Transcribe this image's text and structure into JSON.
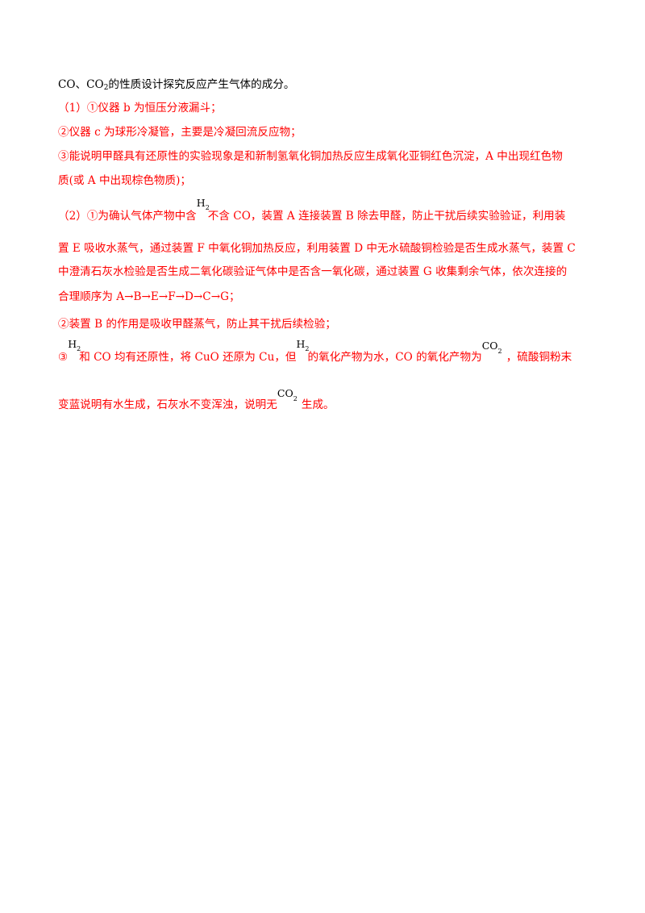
{
  "lines": [
    {
      "color": "blk",
      "segments": [
        {
          "t": "CO、CO"
        },
        {
          "sub": "2"
        },
        {
          "t": "的性质设计探究反应产生气体的成分。"
        }
      ]
    },
    {
      "color": "red",
      "segments": [
        {
          "t": "（1）①仪器 b 为恒压分液漏斗；"
        }
      ]
    },
    {
      "color": "red",
      "segments": [
        {
          "t": "②仪器 c 为球形冷凝管，主要是冷凝回流反应物；"
        }
      ]
    },
    {
      "color": "red",
      "segments": [
        {
          "t": "③能说明甲醛具有还原性的实验现象是和新制氢氧化铜加热反应生成氧化亚铜红色沉淀，A 中出现红色物"
        }
      ]
    },
    {
      "color": "red",
      "segments": [
        {
          "t": "质(或 A 中出现棕色物质)；"
        }
      ]
    },
    {
      "color": "red",
      "segments": [
        {
          "t": "（2）①为确认气体产物中含"
        },
        {
          "f": "H2"
        },
        {
          "t": "不含 CO，装置 A 连接装置 B 除去甲醛，防止干扰后续实验验证，利用装"
        }
      ]
    },
    {
      "color": "red",
      "segments": [
        {
          "t": "置 E 吸收水蒸气，通过装置 F 中氧化铜加热反应，利用装置 D 中无水硫酸铜检验是否生成水蒸气，装置 C"
        }
      ]
    },
    {
      "color": "red",
      "segments": [
        {
          "t": "中澄清石灰水检验是否生成二氧化碳验证气体中是否含一氧化碳，通过装置 G 收集剩余气体，依次连接的"
        }
      ]
    },
    {
      "color": "red",
      "segments": [
        {
          "t": "合理顺序为 A→B→E→F→D→C→G；"
        }
      ]
    },
    {
      "color": "red",
      "segments": [
        {
          "t": "②装置 B 的作用是吸收甲醛蒸气，防止其干扰后续检验；"
        }
      ]
    },
    {
      "color": "red",
      "segments": [
        {
          "t": "③"
        },
        {
          "f": "H2"
        },
        {
          "t": "和 CO 均有还原性，将 CuO 还原为 Cu，但"
        },
        {
          "f": "H2"
        },
        {
          "t": "的氧化产物为水，CO 的氧化产物为"
        },
        {
          "f": "CO2"
        },
        {
          "t": "，硫酸铜粉末"
        }
      ]
    },
    {
      "color": "red",
      "segments": [
        {
          "t": "变蓝说明有水生成，石灰水不变浑浊，说明无"
        },
        {
          "f": "CO2"
        },
        {
          "t": "生成。"
        }
      ]
    }
  ]
}
